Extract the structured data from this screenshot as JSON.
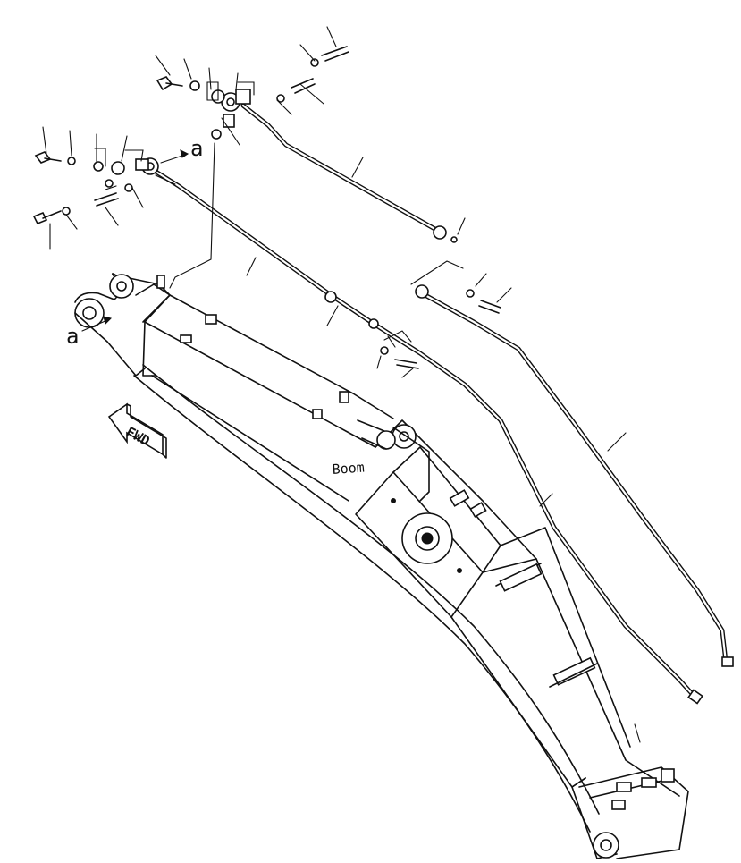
{
  "labels": {
    "ref_a_top": "a",
    "ref_a_left": "a",
    "boom": "Boom",
    "fwd": "FWD"
  }
}
